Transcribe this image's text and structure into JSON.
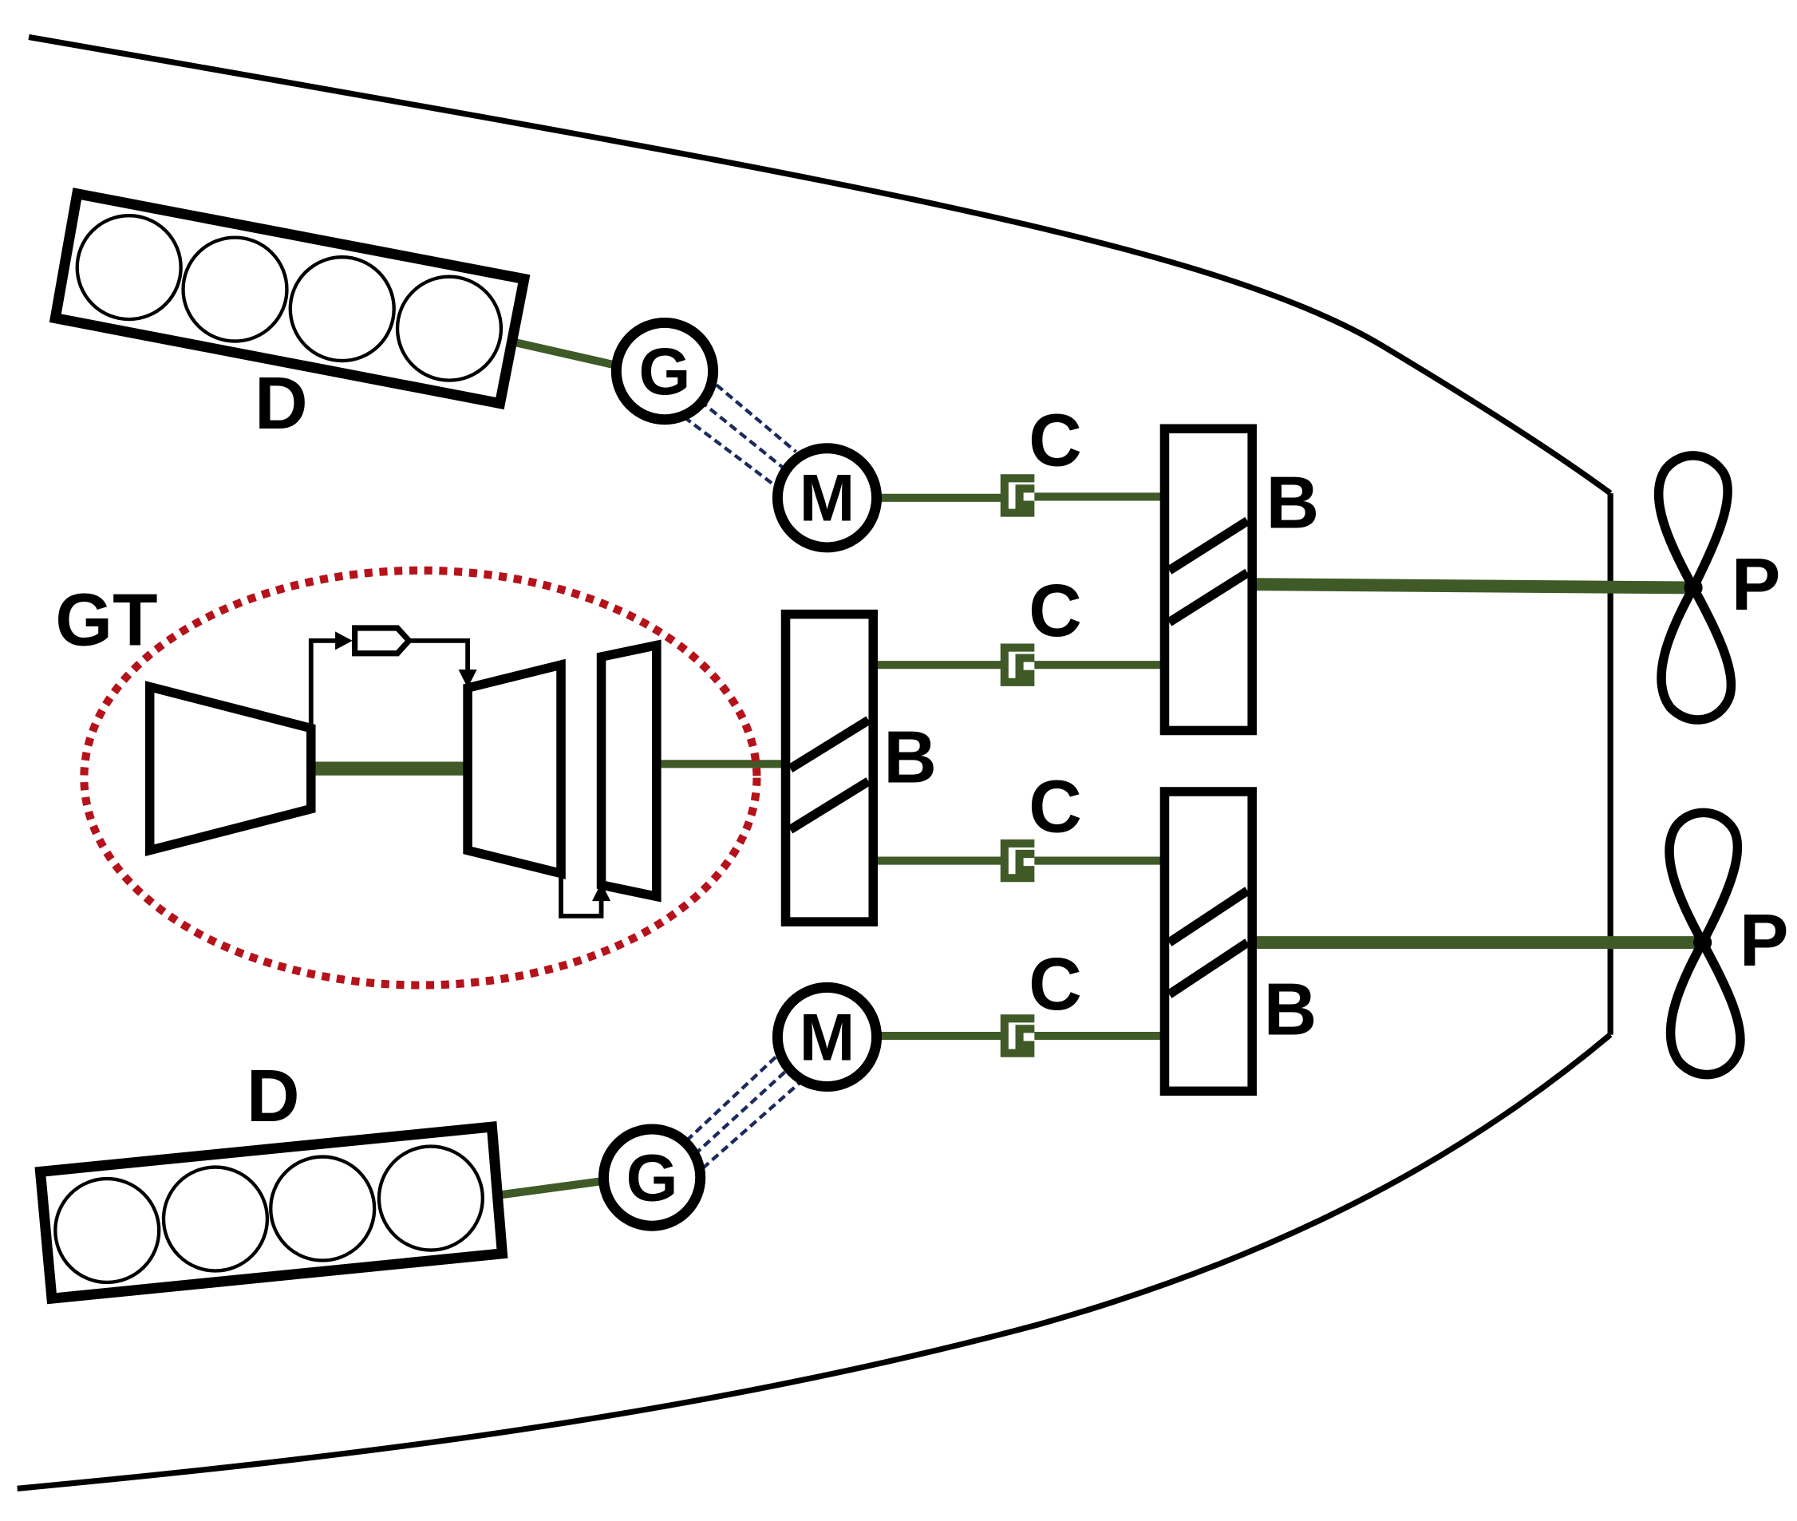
{
  "labels": {
    "gas_turbine": "GT",
    "diesel": "D",
    "generator": "G",
    "motor": "M",
    "clutch": "C",
    "gearbox": "B",
    "propeller": "P"
  },
  "colors": {
    "shaft": "#3f5a27",
    "electric_link": "#1b2a5e",
    "gt_boundary": "#b5121b",
    "outline": "#000000"
  }
}
